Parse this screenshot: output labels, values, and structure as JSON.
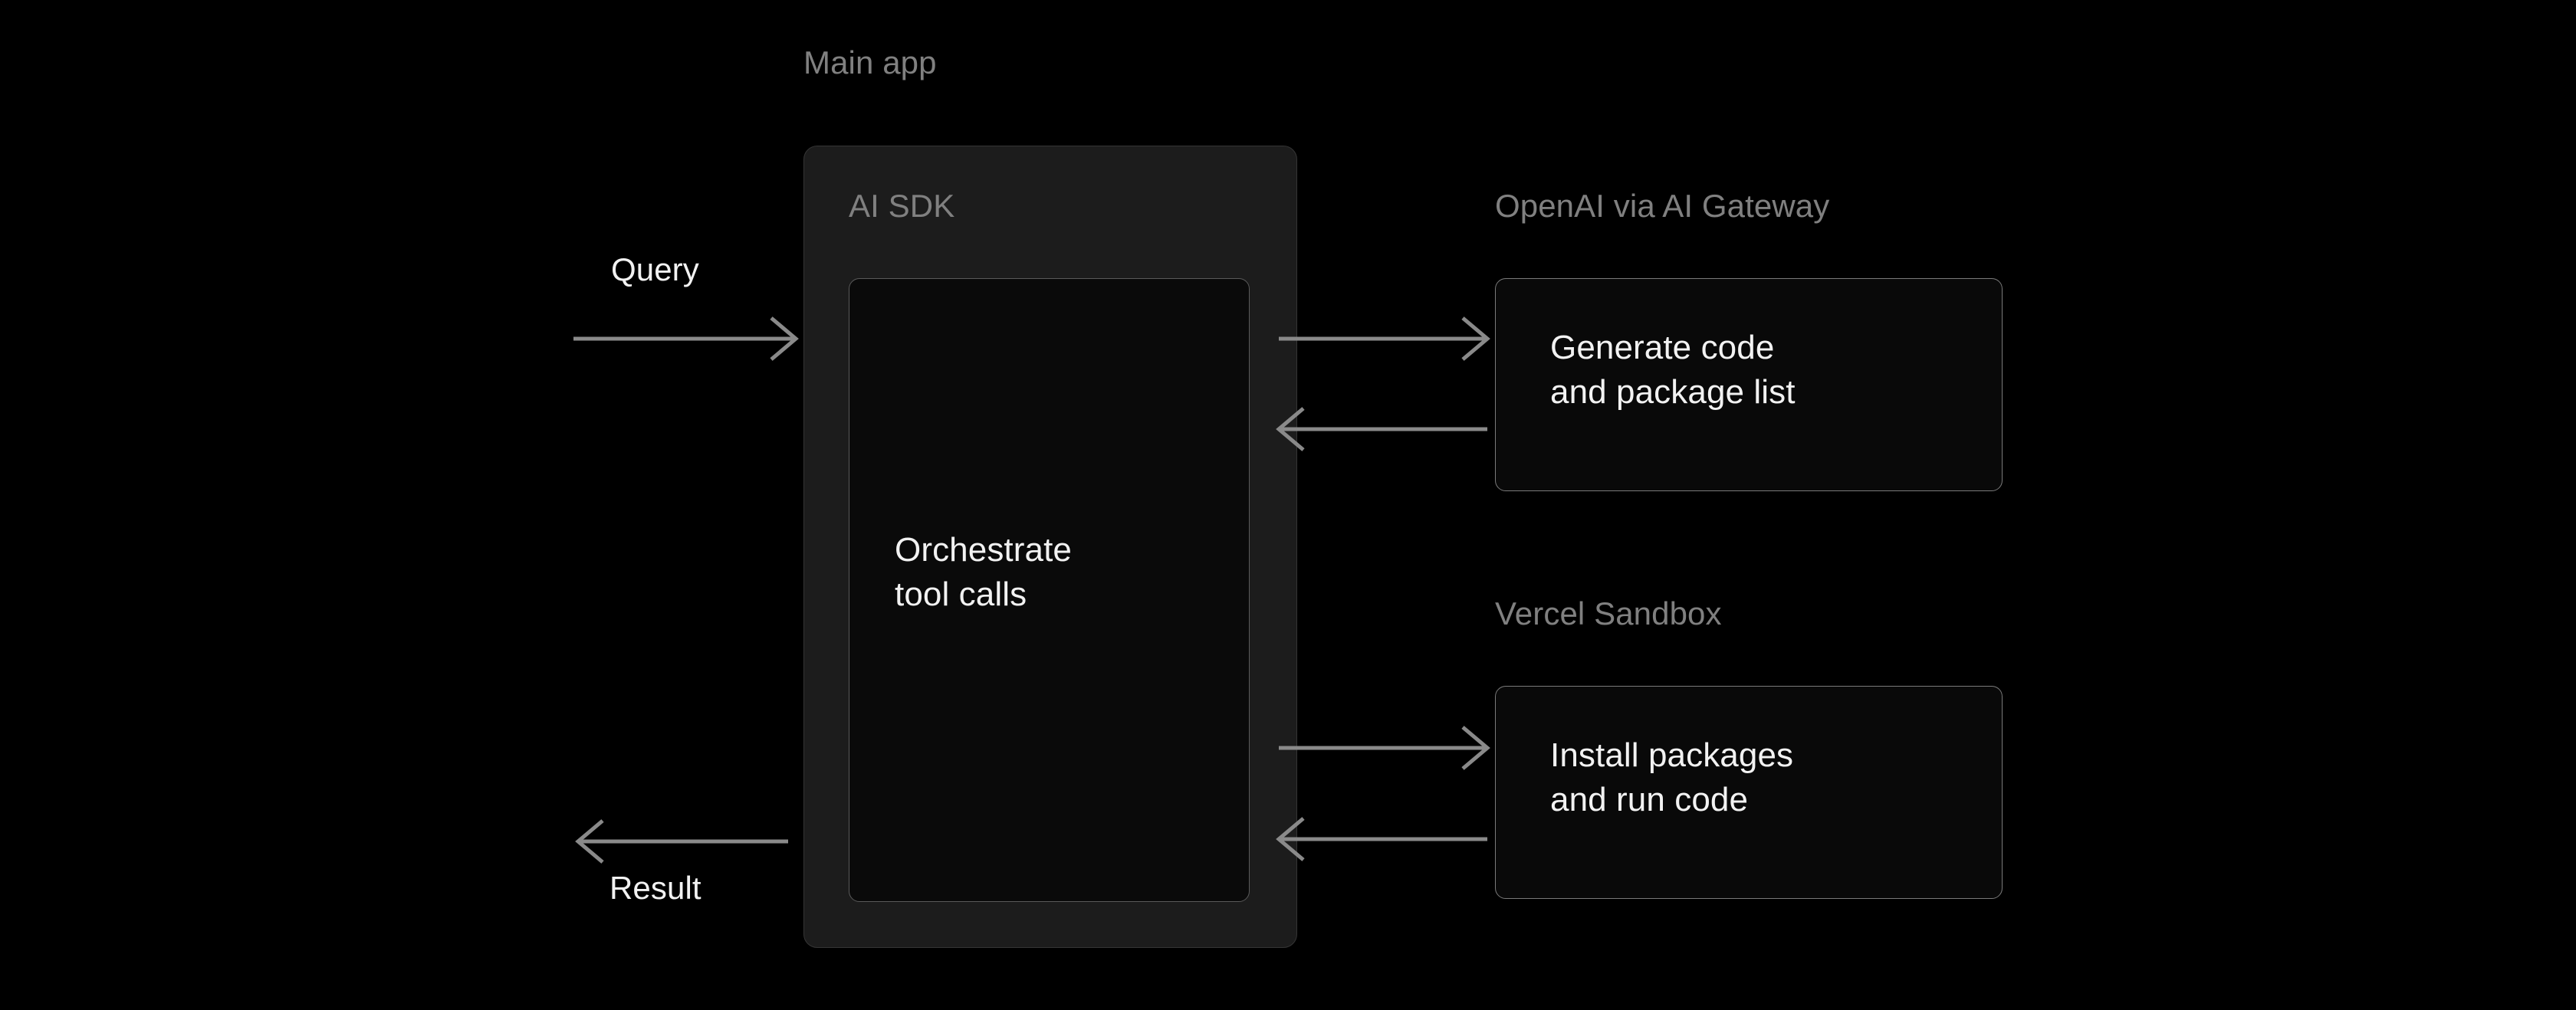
{
  "page": {
    "background_color": "#000000",
    "label_color": "#808080",
    "text_color": "#f2f2f2",
    "arrow_color": "#8a8a8a"
  },
  "main_app": {
    "label": "Main app",
    "sdk": {
      "label": "AI SDK",
      "node_text": "Orchestrate\ntool calls"
    }
  },
  "services": [
    {
      "label": "OpenAI via AI Gateway",
      "node_text": "Generate code\nand package list"
    },
    {
      "label": "Vercel Sandbox",
      "node_text": "Install packages\nand run code"
    }
  ],
  "edges": {
    "query_label": "Query",
    "result_label": "Result"
  }
}
